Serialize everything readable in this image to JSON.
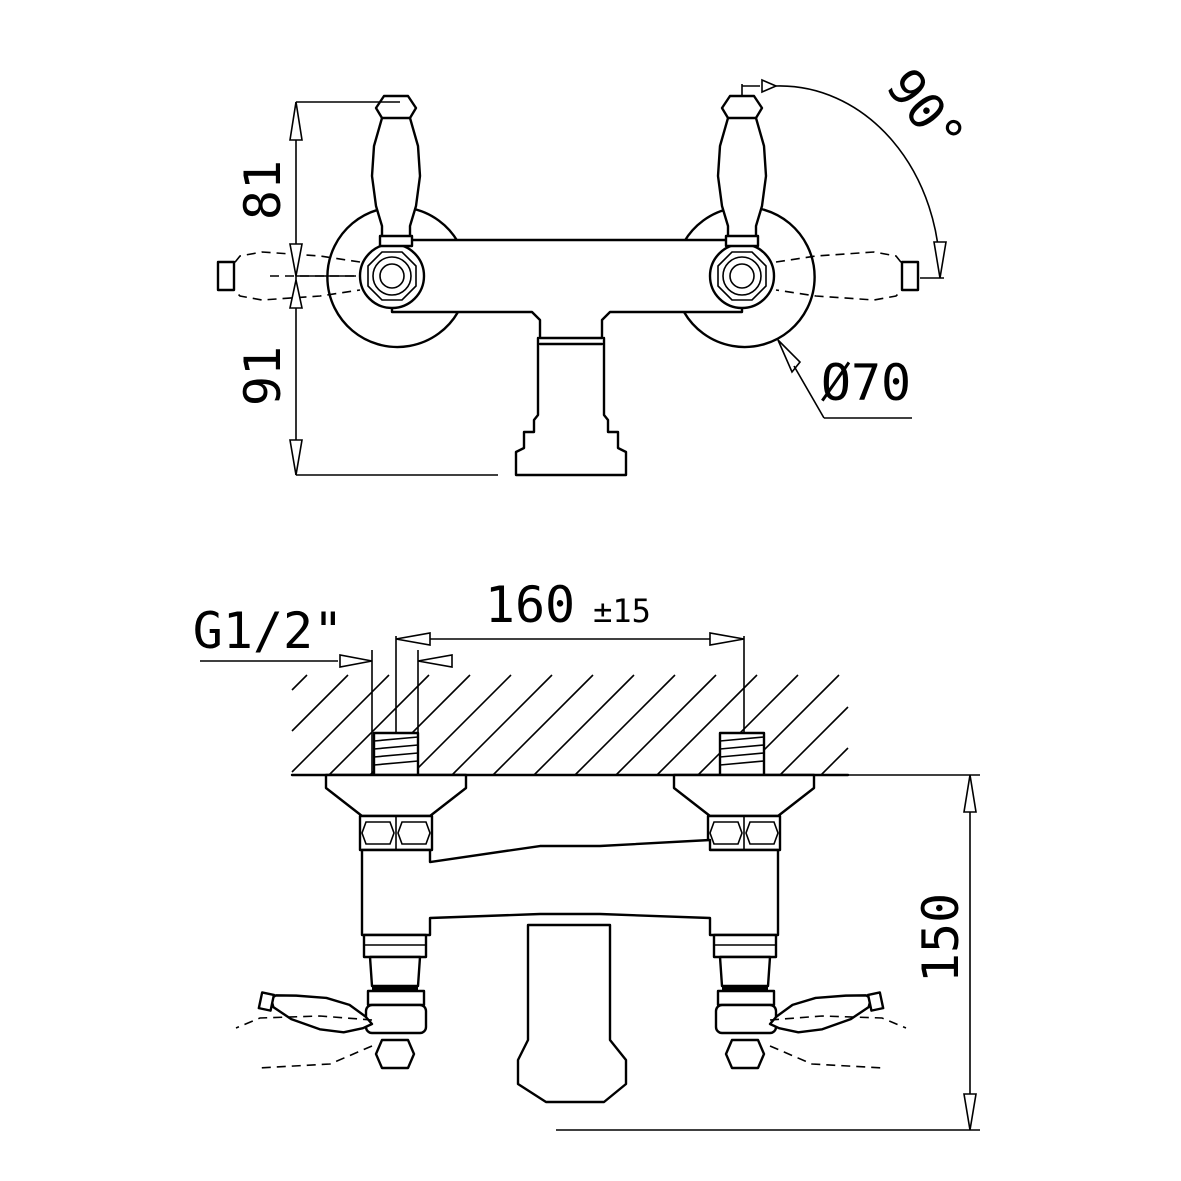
{
  "top_view": {
    "dim_upper": "81",
    "dim_lower": "91",
    "angle": "90°",
    "rosette_diameter": "Ø70"
  },
  "front_view": {
    "thread": "G1/2\"",
    "center_distance": "160",
    "center_tolerance": "±15",
    "height": "150"
  }
}
